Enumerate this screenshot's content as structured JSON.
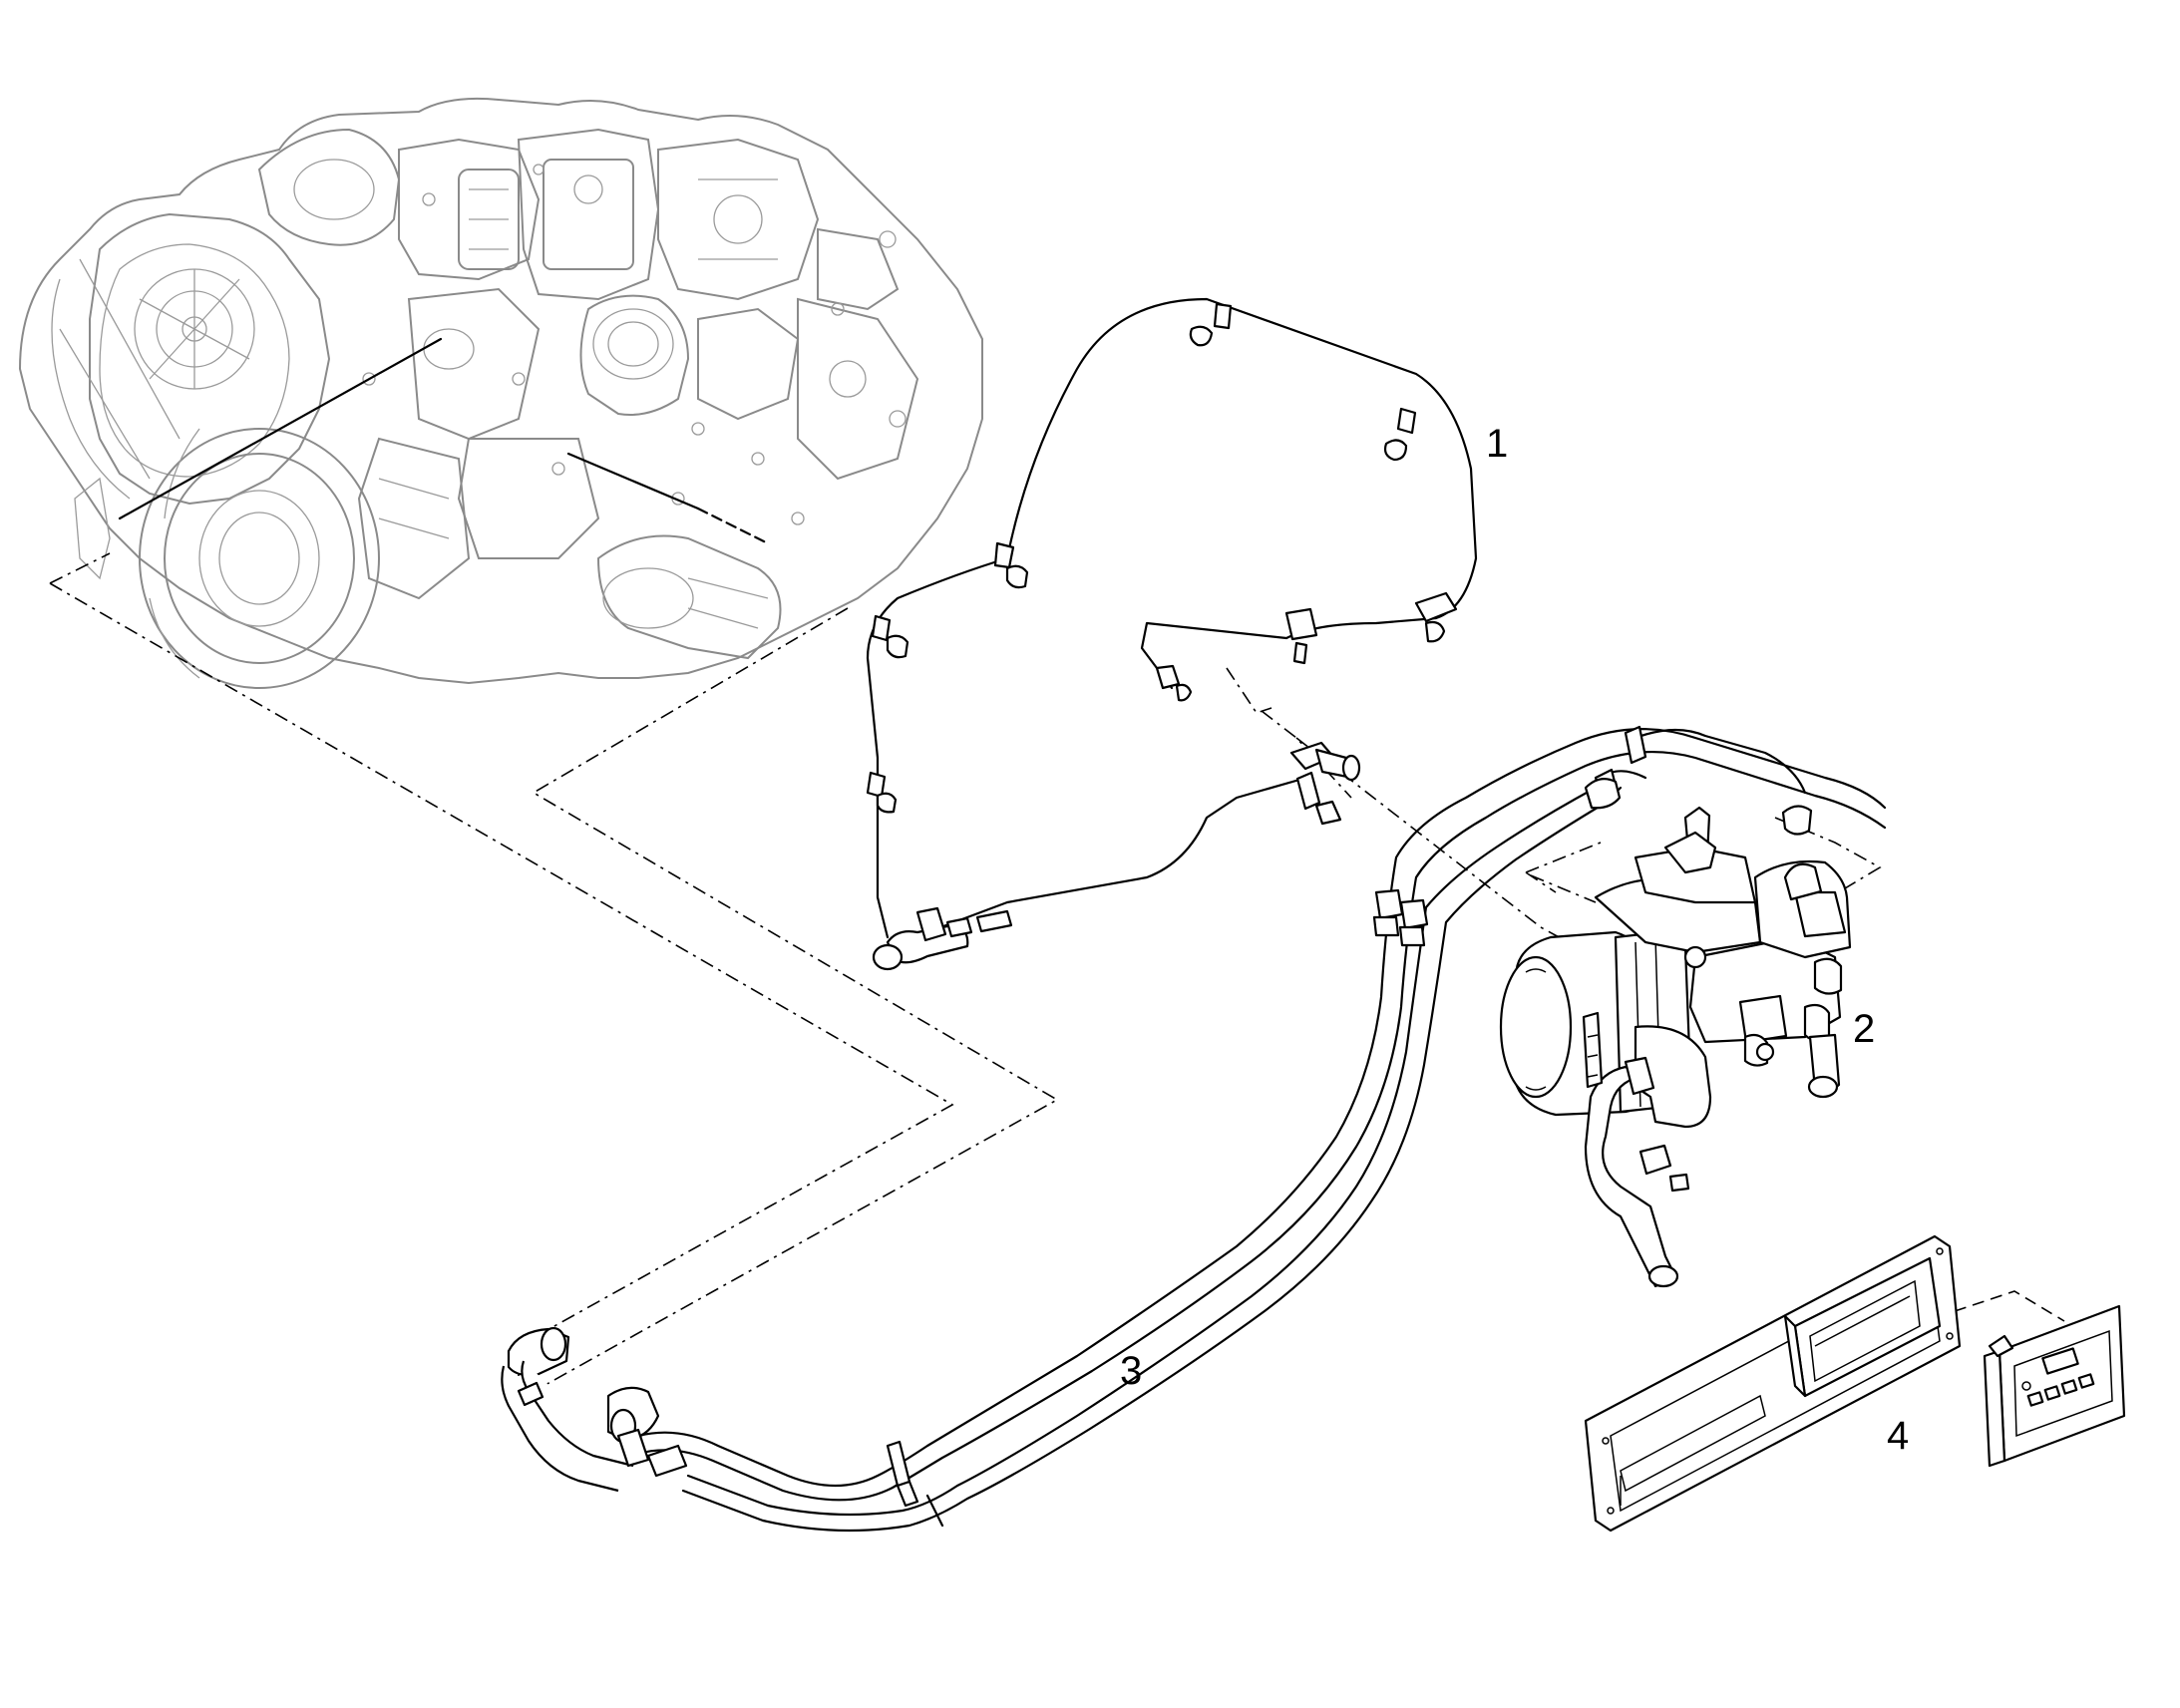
{
  "callouts": {
    "item1": "1",
    "item2": "2",
    "item3": "3",
    "item4": "4"
  },
  "icons": {
    "engine": "engine-block-icon",
    "wiring": "wiring-harness-icon",
    "heater": "coolant-heater-icon",
    "hoses": "coolant-hose-icon",
    "panel": "control-panel-icon"
  }
}
